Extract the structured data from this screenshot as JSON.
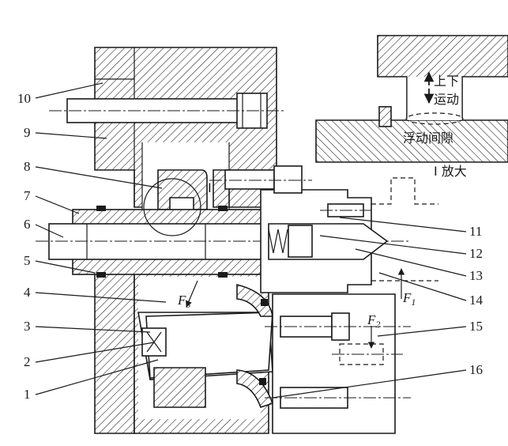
{
  "callouts": {
    "c1": "1",
    "c2": "2",
    "c3": "3",
    "c4": "4",
    "c5": "5",
    "c6": "6",
    "c7": "7",
    "c8": "8",
    "c9": "9",
    "c10": "10",
    "c11": "11",
    "c12": "12",
    "c13": "13",
    "c14": "14",
    "c15": "15",
    "c16": "16"
  },
  "detail_view": {
    "marker": "I",
    "caption": "I 放大",
    "motion_label_line1": "上下",
    "motion_label_line2": "运动",
    "gap_label": "浮动间隙"
  },
  "forces": {
    "f1": "F",
    "f1_sub": "1",
    "f2": "F",
    "f2_sub": "2",
    "f3": "F",
    "f3_sub": "3"
  }
}
